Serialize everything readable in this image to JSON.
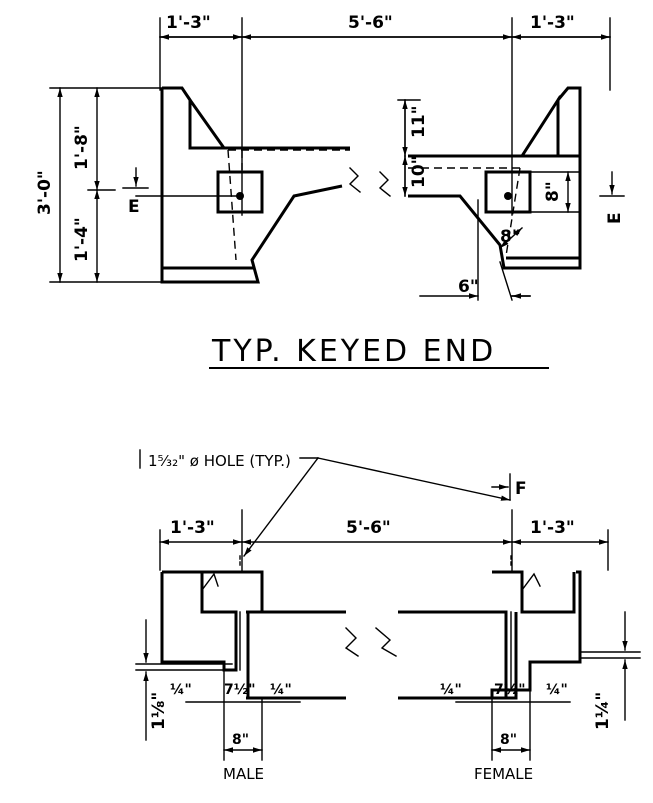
{
  "keyed_end": {
    "title": "TYP. KEYED END",
    "dim_left": "1'-3\"",
    "dim_center": "5'-6\"",
    "dim_right": "1'-3\"",
    "dim_total_height": "3'-0\"",
    "dim_upper": "1'-8\"",
    "dim_lower": "1'-4\"",
    "dim_11": "11\"",
    "dim_10": "10\"",
    "dim_8_vert": "8\"",
    "dim_8_diag": "8\"",
    "dim_6": "6\"",
    "section_left": "E",
    "section_right": "E"
  },
  "joint": {
    "hole_note": "1⁵⁄₃₂\" ø HOLE (TYP.)",
    "section_f": "F",
    "dim_left": "1'-3\"",
    "dim_center": "5'-6\"",
    "dim_right": "1'-3\"",
    "male": {
      "label": "MALE",
      "dim_a": "¼\"",
      "dim_b": "7½\"",
      "dim_c": "¼\"",
      "dim_width": "8\"",
      "dim_vert": "1⅛\""
    },
    "female": {
      "label": "FEMALE",
      "dim_a": "¼\"",
      "dim_b": "7½\"",
      "dim_c": "¼\"",
      "dim_width": "8\"",
      "dim_vert": "1¼\""
    }
  }
}
